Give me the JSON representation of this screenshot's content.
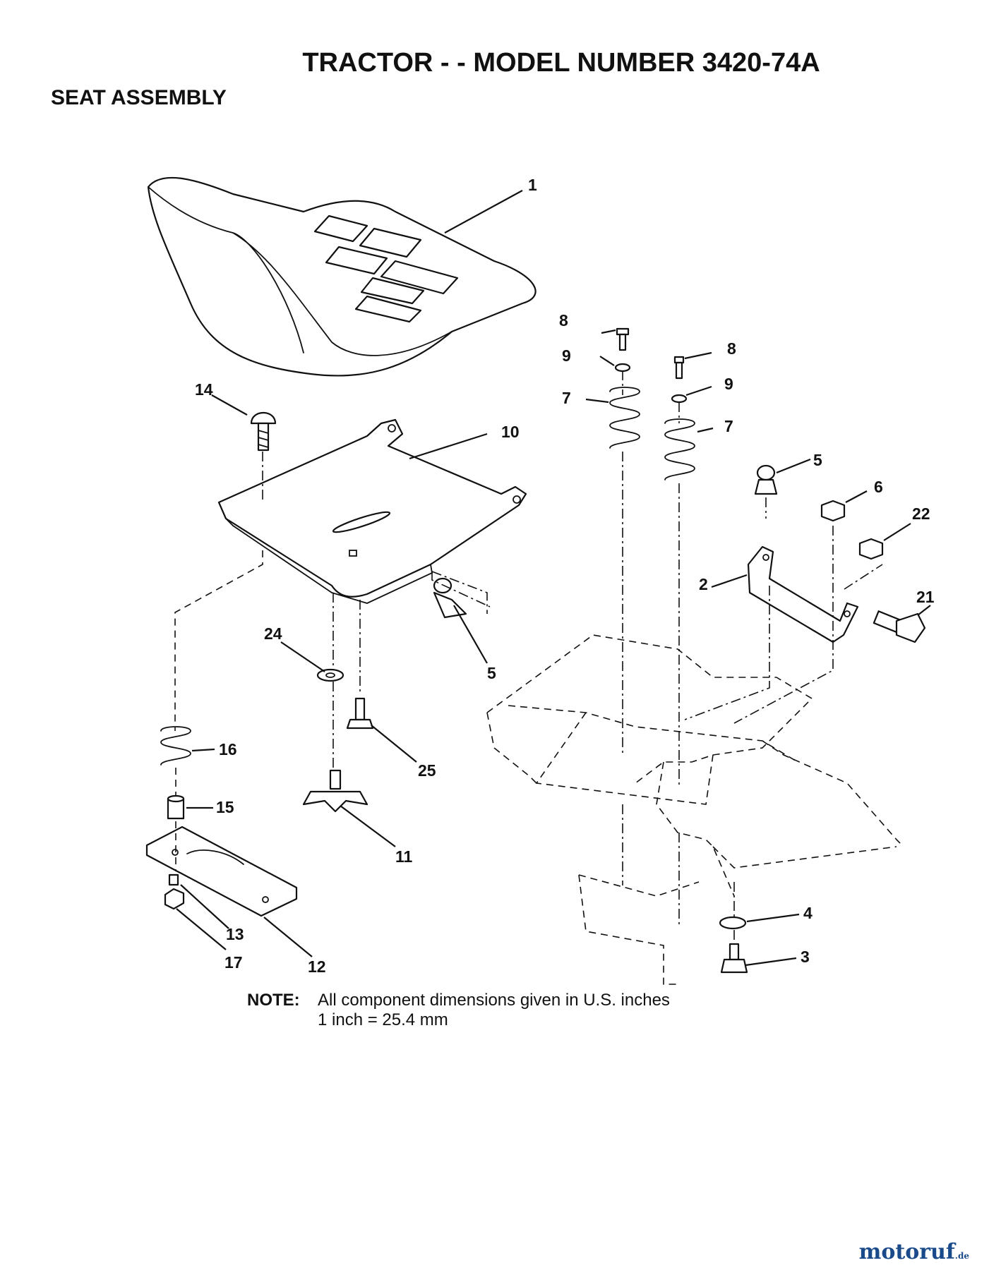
{
  "header": {
    "title": "TRACTOR - - MODEL NUMBER 3420-74A",
    "section": "SEAT ASSEMBLY"
  },
  "callouts": {
    "c1": "1",
    "c2": "2",
    "c3": "3",
    "c4": "4",
    "c5a": "5",
    "c5b": "5",
    "c6": "6",
    "c7a": "7",
    "c7b": "7",
    "c8a": "8",
    "c8b": "8",
    "c9a": "9",
    "c9b": "9",
    "c10": "10",
    "c11": "11",
    "c12": "12",
    "c13": "13",
    "c14": "14",
    "c15": "15",
    "c16": "16",
    "c17": "17",
    "c21": "21",
    "c22": "22",
    "c24": "24",
    "c25": "25"
  },
  "note": {
    "label": "NOTE:",
    "line1": "All component dimensions given in U.S. inches",
    "line2": "1 inch = 25.4 mm"
  },
  "watermark": {
    "brand": "motoruf",
    "tld": ".de"
  }
}
